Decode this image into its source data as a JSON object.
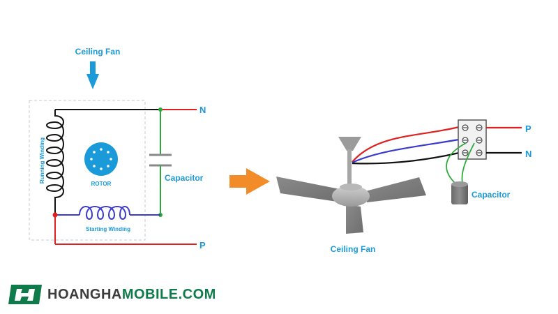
{
  "schematic": {
    "title": "Ceiling Fan",
    "running_winding": "Running Winding",
    "rotor": "ROTOR",
    "starting_winding": "Starting Winding",
    "capacitor": "Capacitor",
    "terminal_n": "N",
    "terminal_p": "P"
  },
  "wiring": {
    "fan_label": "Ceiling Fan",
    "capacitor": "Capacitor",
    "terminal_p": "P",
    "terminal_n": "N"
  },
  "logo": {
    "text_a": "HOANGHA",
    "text_b": "MOBILE.COM"
  },
  "colors": {
    "accent_blue": "#1a9ad9",
    "arrow_orange": "#f28c28",
    "wire_red": "#e02020",
    "wire_green": "#2eaa3c",
    "wire_blue": "#3a3ad0",
    "wire_black": "#111111",
    "brand_green": "#0f7a4a"
  }
}
